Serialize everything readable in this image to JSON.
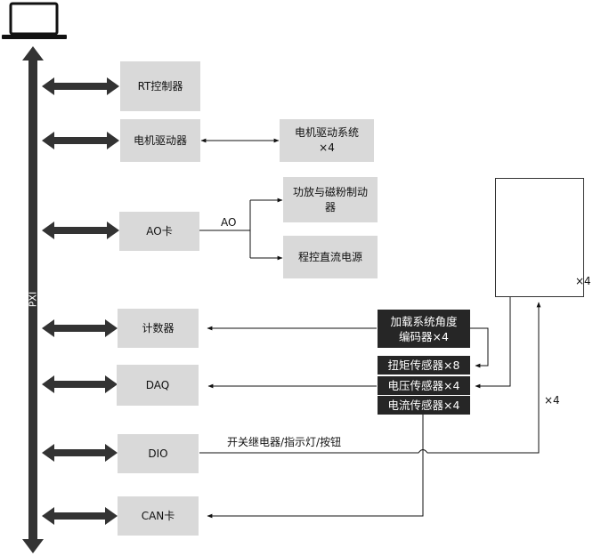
{
  "bus": {
    "label": "PXI"
  },
  "modules": {
    "rt": "RT控制器",
    "motor_driver": "电机驱动器",
    "ao": "AO卡",
    "counter": "计数器",
    "daq": "DAQ",
    "dio": "DIO",
    "can": "CAN卡"
  },
  "devices": {
    "motor_system_line1": "电机驱动系统",
    "motor_system_line2": "×4",
    "amp_brake_line1": "功放与磁粉制动",
    "amp_brake_line2": "器",
    "dc_power": "程控直流电源"
  },
  "sensors": {
    "encoder_line1": "加载系统角度",
    "encoder_line2": "编码器×4",
    "torque": "扭矩传感器×8",
    "voltage": "电压传感器×4",
    "current": "电流传感器×4"
  },
  "labels": {
    "ao_signal": "AO",
    "dio_signal": "开关继电器/指示灯/按钮",
    "photo_count": "×4",
    "dio_count": "×4"
  }
}
